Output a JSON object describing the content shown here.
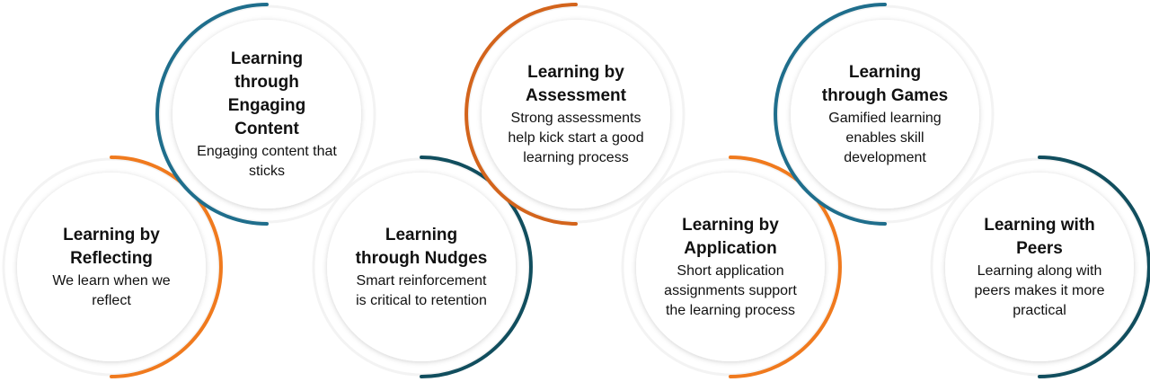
{
  "colors": {
    "orange": "#F07A1E",
    "teal": "#1F6E8C",
    "dark_teal": "#114E5E",
    "dark_orange": "#D3641C",
    "connector": "#555555"
  },
  "nodes": [
    {
      "id": "reflecting",
      "title": "Learning by Reflecting",
      "description": "We learn when we reflect",
      "color": "orange"
    },
    {
      "id": "engaging-content",
      "title": "Learning through Engaging Content",
      "description": "Engaging content that sticks",
      "color": "teal"
    },
    {
      "id": "nudges",
      "title": "Learning through Nudges",
      "description": "Smart reinforcement is critical to retention",
      "color": "dark_teal"
    },
    {
      "id": "assessment",
      "title": "Learning by Assessment",
      "description": "Strong assessments help kick start a good learning process",
      "color": "dark_orange"
    },
    {
      "id": "application",
      "title": "Learning by Application",
      "description": "Short application assignments support the learning process",
      "color": "orange"
    },
    {
      "id": "games",
      "title": "Learning through Games",
      "description": "Gamified learning enables skill development",
      "color": "teal"
    },
    {
      "id": "peers",
      "title": "Learning with Peers",
      "description": "Learning along with peers makes it more practical",
      "color": "dark_teal"
    }
  ]
}
